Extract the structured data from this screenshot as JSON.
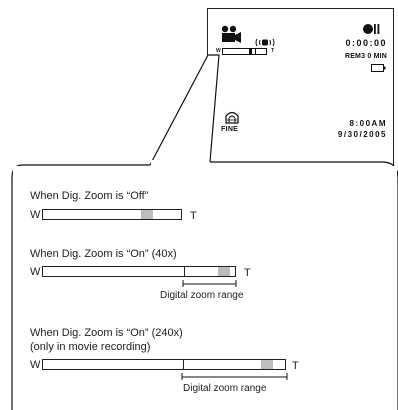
{
  "lcd": {
    "time": "0:00:00",
    "remaining": "REM3 0 MIN",
    "quality": "FINE",
    "clock": "8:00AM",
    "date": "9/30/2005",
    "zoom_w": "W",
    "zoom_t": "T"
  },
  "panels": {
    "off": {
      "caption": "When Dig. Zoom is “Off”",
      "w": "W",
      "t": "T",
      "zoom_level": 0.8
    },
    "on40": {
      "caption": "When Dig. Zoom is “On” (40x)",
      "w": "W",
      "t": "T",
      "range_label": "Digital zoom range",
      "zoom_level": 0.9
    },
    "on240": {
      "caption_line1": "When Dig. Zoom is “On” (240x)",
      "caption_line2": "(only in movie recording)",
      "w": "W",
      "t": "T",
      "range_label": "Digital zoom range",
      "zoom_level": 0.9
    }
  }
}
